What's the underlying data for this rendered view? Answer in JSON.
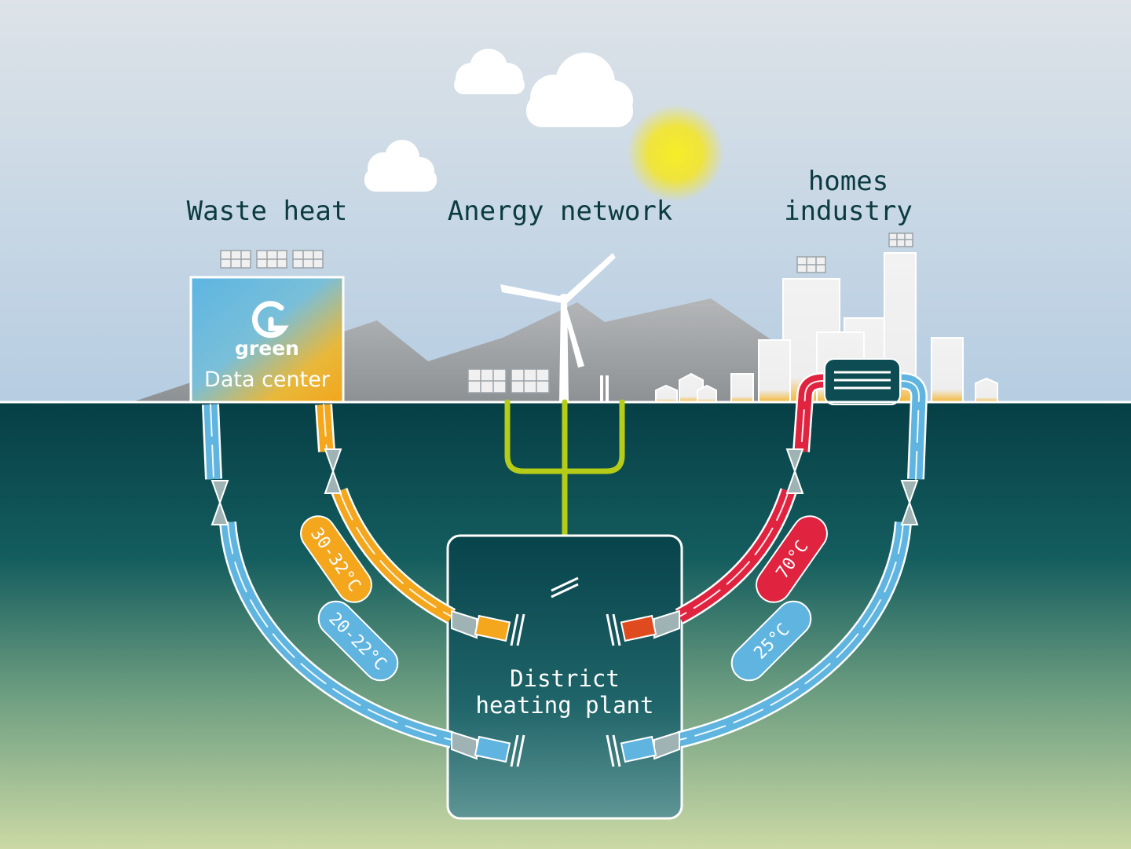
{
  "labels": {
    "waste_heat": "Waste heat",
    "anergy_network": "Anergy network",
    "homes": "homes",
    "industry": "industry",
    "logo_text": "green",
    "data_center": "Data center",
    "plant_line1": "District",
    "plant_line2": "heating plant"
  },
  "temperatures": {
    "dc_supply": "30-32°C",
    "dc_return": "20-22°C",
    "homes_supply": "70°C",
    "homes_return": "25°C"
  },
  "colors": {
    "sky_top": "#d8e0e6",
    "sky_bottom": "#b9cfe2",
    "ground_top": "#063f45",
    "ground_bottom": "#c9d8a6",
    "cold_pipe": "#5fb4e0",
    "warm_pipe": "#f4a61c",
    "hot_pipe": "#e0233f",
    "anergy_pipe": "#b5cc18",
    "text_dark": "#0b3b40",
    "sun": "#f5e61c"
  },
  "icons": [
    "cloud-icon",
    "sun-icon",
    "wind-turbine-icon",
    "solar-panel-icon",
    "mountain-icon",
    "heat-exchanger-icon"
  ]
}
